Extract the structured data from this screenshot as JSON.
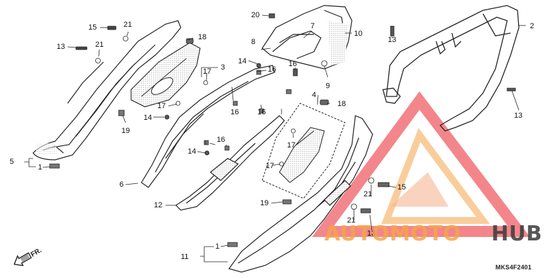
{
  "diagram": {
    "code": "MKS4F2401",
    "front_marker": "FR.",
    "callouts": [
      {
        "id": "c1a",
        "text": "1"
      },
      {
        "id": "c1b",
        "text": "1"
      },
      {
        "id": "c2",
        "text": "2"
      },
      {
        "id": "c3",
        "text": "3"
      },
      {
        "id": "c4",
        "text": "4"
      },
      {
        "id": "c5",
        "text": "5"
      },
      {
        "id": "c6",
        "text": "6"
      },
      {
        "id": "c7",
        "text": "7"
      },
      {
        "id": "c8",
        "text": "8"
      },
      {
        "id": "c9",
        "text": "9"
      },
      {
        "id": "c10",
        "text": "10"
      },
      {
        "id": "c11",
        "text": "11"
      },
      {
        "id": "c12",
        "text": "12"
      },
      {
        "id": "c13a",
        "text": "13"
      },
      {
        "id": "c13b",
        "text": "13"
      },
      {
        "id": "c13c",
        "text": "13"
      },
      {
        "id": "c13d",
        "text": "13"
      },
      {
        "id": "c14a",
        "text": "14"
      },
      {
        "id": "c14b",
        "text": "14"
      },
      {
        "id": "c14c",
        "text": "14"
      },
      {
        "id": "c15a",
        "text": "15"
      },
      {
        "id": "c15b",
        "text": "15"
      },
      {
        "id": "c16a",
        "text": "16"
      },
      {
        "id": "c16b",
        "text": "16"
      },
      {
        "id": "c16c",
        "text": "16"
      },
      {
        "id": "c16d",
        "text": "16"
      },
      {
        "id": "c16e",
        "text": "16"
      },
      {
        "id": "c17a",
        "text": "17"
      },
      {
        "id": "c17b",
        "text": "17"
      },
      {
        "id": "c17c",
        "text": "17"
      },
      {
        "id": "c17d",
        "text": "17"
      },
      {
        "id": "c18a",
        "text": "18"
      },
      {
        "id": "c18b",
        "text": "18"
      },
      {
        "id": "c19a",
        "text": "19"
      },
      {
        "id": "c19b",
        "text": "19"
      },
      {
        "id": "c20",
        "text": "20"
      },
      {
        "id": "c21a",
        "text": "21"
      },
      {
        "id": "c21b",
        "text": "21"
      },
      {
        "id": "c21c",
        "text": "21"
      },
      {
        "id": "c21d",
        "text": "21"
      }
    ]
  },
  "watermark": {
    "brand_part1": "AUTOMOTO",
    "brand_part2": "HUB",
    "color_red": "#e8252e",
    "color_orange": "#f5a54a",
    "color_dark": "#3a3a3a"
  }
}
